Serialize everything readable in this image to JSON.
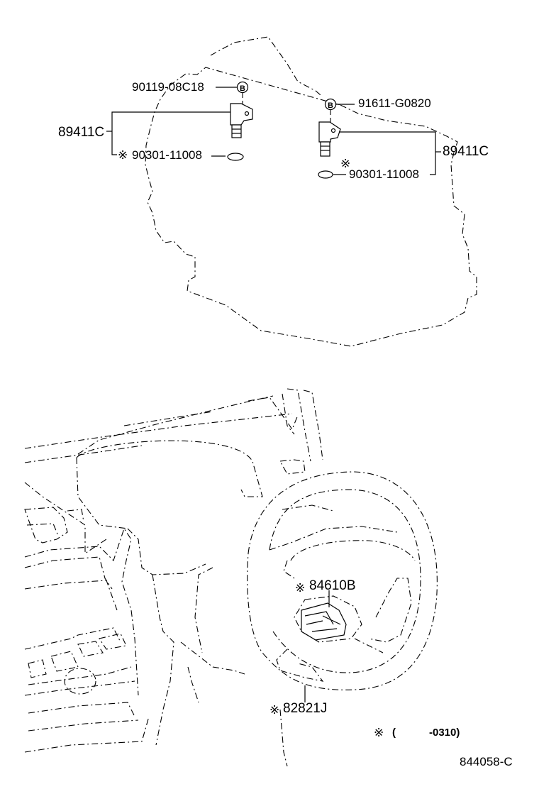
{
  "labels": {
    "bolt_left": "90119-08C18",
    "bolt_right": "91611-G0820",
    "sensor_left": "89411C",
    "sensor_right": "89411C",
    "washer_left": "90301-11008",
    "washer_right": "90301-11008",
    "switch": "84610B",
    "spring": "82821J",
    "b_mark_left": "B",
    "b_mark_right": "B",
    "note_star": "※",
    "note_paren": "(",
    "note_range": "-0310)",
    "drawing_no": "844058-C"
  },
  "marks": {
    "star": "※"
  },
  "icons": [
    "bolt-marker-icon",
    "speed-sensor-icon",
    "washer-icon",
    "steering-switch-icon"
  ]
}
